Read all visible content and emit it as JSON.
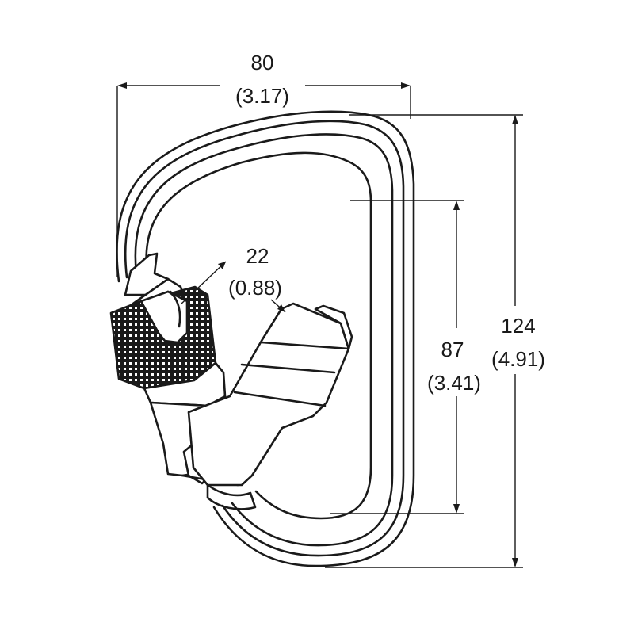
{
  "diagram": {
    "object": "carabiner",
    "colors": {
      "ink": "#1a1a1a",
      "background": "#ffffff"
    },
    "dimensions": {
      "width": {
        "mm": "80",
        "in": "(3.17)"
      },
      "gate_opening": {
        "mm": "22",
        "in": "(0.88)"
      },
      "inner_length": {
        "mm": "87",
        "in": "(3.41)"
      },
      "length": {
        "mm": "124",
        "in": "(4.91)"
      }
    }
  }
}
